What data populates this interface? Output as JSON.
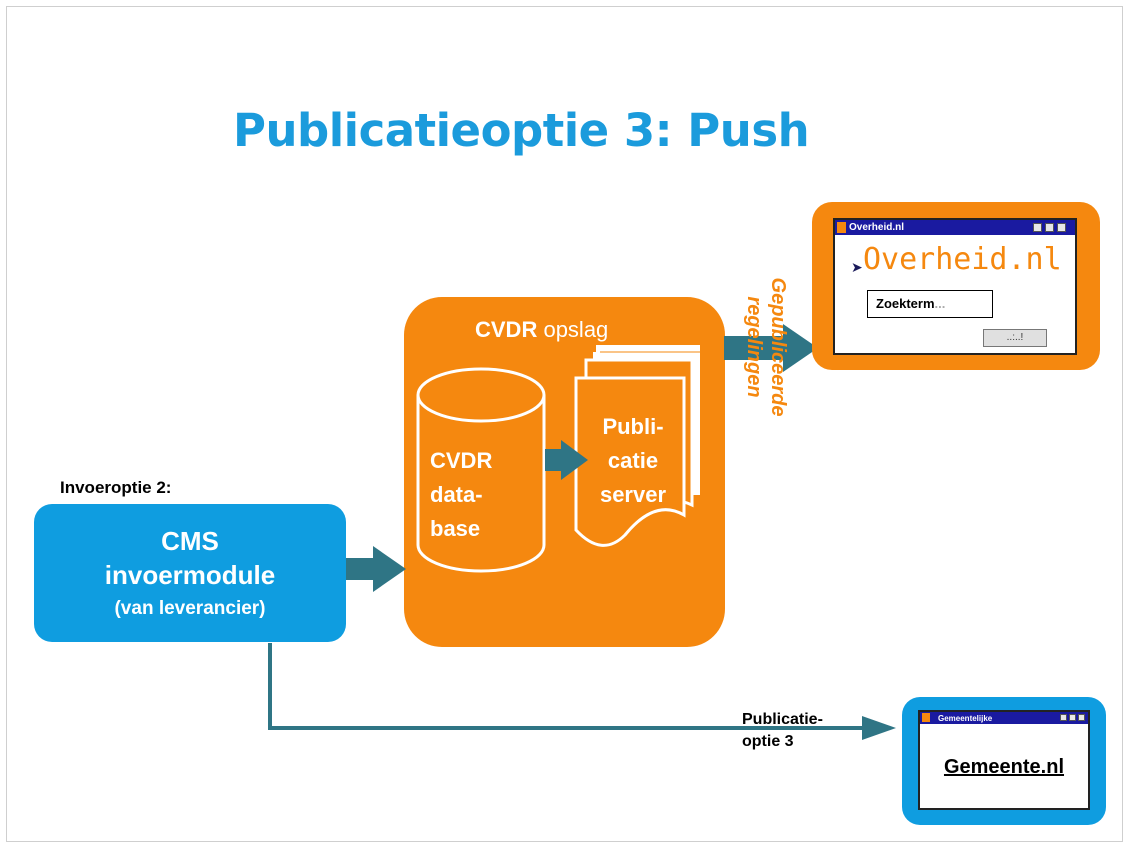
{
  "title": "Publicatieoptie 3: Push",
  "storage": {
    "label_bold": "CVDR",
    "label_rest": " opslag",
    "database": [
      "CVDR",
      "data-",
      "base"
    ],
    "server": [
      "Publi-",
      "catie",
      "server"
    ]
  },
  "cms": {
    "above_label": "Invoeroptie 2:",
    "line1": "CMS",
    "line2": "invoermodule",
    "line3": "(van leverancier)"
  },
  "published_label": [
    "Gepubliceerde",
    "regelingen"
  ],
  "publication_option": [
    "Publicatie-",
    "optie 3"
  ],
  "overheid_window": {
    "title": "Overheid.nl",
    "logo_text": "Overheid.nl",
    "search_text": "Zoekterm",
    "search_suffix": "...",
    "button_text": "..:..!"
  },
  "gemeente_window": {
    "title": "Gemeentelijke",
    "link_text": "Gemeente.nl"
  },
  "colors": {
    "orange": "#f5880f",
    "blue": "#0f9de0",
    "teal_arrow": "#2f7585",
    "title_blue": "#1b9bdc"
  }
}
